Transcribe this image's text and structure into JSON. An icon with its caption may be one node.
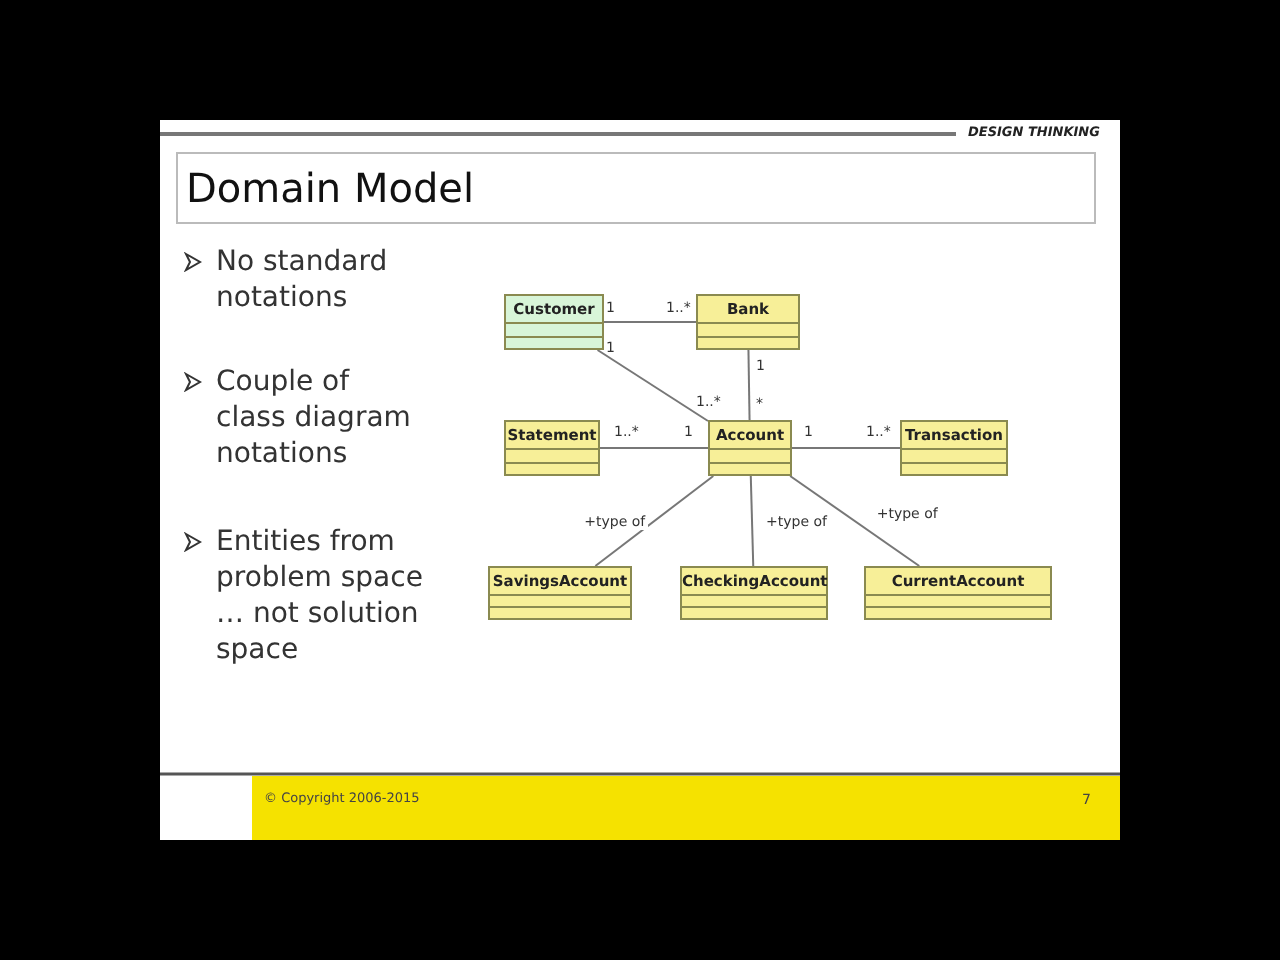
{
  "diagram": {
    "title": "Domain Model",
    "nodes": [
      {
        "text": [
          "Customer"
        ]
      },
      {
        "text": [
          "Bank"
        ]
      },
      {
        "text": [
          "Statement"
        ]
      },
      {
        "text": [
          "Account"
        ]
      },
      {
        "text": [
          "Transaction"
        ]
      },
      {
        "text": [
          "SavingsAccount"
        ]
      },
      {
        "text": [
          "CheckingAccount"
        ]
      },
      {
        "text": [
          "CurrentAccount"
        ]
      }
    ],
    "edges": [
      {
        "from": 0,
        "to": 1,
        "arrow": "none"
      },
      {
        "from": 0,
        "to": 3,
        "arrow": "none"
      },
      {
        "from": 1,
        "to": 3,
        "arrow": "none"
      },
      {
        "from": 2,
        "to": 3,
        "arrow": "none"
      },
      {
        "from": 3,
        "to": 4,
        "arrow": "none"
      },
      {
        "from": 3,
        "to": 5,
        "arrow": "none",
        "label": "+type of"
      },
      {
        "from": 3,
        "to": 6,
        "arrow": "none",
        "label": "+type of"
      },
      {
        "from": 3,
        "to": 7,
        "arrow": "none",
        "label": "+type of"
      }
    ],
    "labels": [
      "DESIGN THINKING",
      "No standard notations",
      "Couple of class diagram notations",
      "Entities from problem space … not solution space",
      "1",
      "1..*",
      "1",
      "1",
      "1..*",
      "*",
      "1..*",
      "1",
      "1",
      "1..*",
      "© Copyright 2006-2015",
      "7"
    ]
  }
}
